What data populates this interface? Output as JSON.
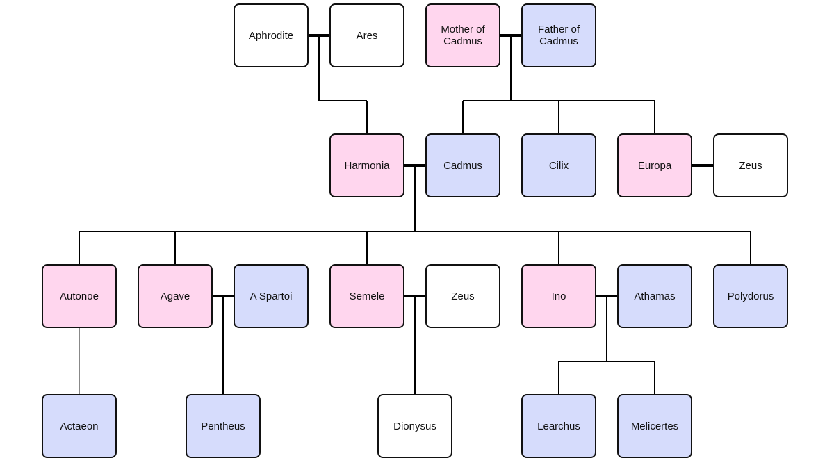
{
  "colors": {
    "female": "#ffd6ee",
    "male": "#d6dcfc",
    "other": "#ffffff",
    "line": "#000000",
    "thin_line": "#888888"
  },
  "people": [
    {
      "id": "aphrodite",
      "label": "Aphrodite",
      "kind": "other"
    },
    {
      "id": "ares",
      "label": "Ares",
      "kind": "other"
    },
    {
      "id": "mother-of-cadmus",
      "label": "Mother of\nCadmus",
      "kind": "female"
    },
    {
      "id": "father-of-cadmus",
      "label": "Father of\nCadmus",
      "kind": "male"
    },
    {
      "id": "harmonia",
      "label": "Harmonia",
      "kind": "female"
    },
    {
      "id": "cadmus",
      "label": "Cadmus",
      "kind": "male"
    },
    {
      "id": "cilix",
      "label": "Cilix",
      "kind": "male"
    },
    {
      "id": "europa",
      "label": "Europa",
      "kind": "female"
    },
    {
      "id": "zeus-1",
      "label": "Zeus",
      "kind": "other"
    },
    {
      "id": "autonoe",
      "label": "Autonoe",
      "kind": "female"
    },
    {
      "id": "agave",
      "label": "Agave",
      "kind": "female"
    },
    {
      "id": "a-spartoi",
      "label": "A Spartoi",
      "kind": "male"
    },
    {
      "id": "semele",
      "label": "Semele",
      "kind": "female"
    },
    {
      "id": "zeus-2",
      "label": "Zeus",
      "kind": "other"
    },
    {
      "id": "ino",
      "label": "Ino",
      "kind": "female"
    },
    {
      "id": "athamas",
      "label": "Athamas",
      "kind": "male"
    },
    {
      "id": "polydorus",
      "label": "Polydorus",
      "kind": "male"
    },
    {
      "id": "actaeon",
      "label": "Actaeon",
      "kind": "male"
    },
    {
      "id": "pentheus",
      "label": "Pentheus",
      "kind": "male"
    },
    {
      "id": "dionysus",
      "label": "Dionysus",
      "kind": "other"
    },
    {
      "id": "learchus",
      "label": "Learchus",
      "kind": "male"
    },
    {
      "id": "melicertes",
      "label": "Melicertes",
      "kind": "male"
    }
  ],
  "unions": [
    {
      "partners": [
        "aphrodite",
        "ares"
      ],
      "children": [
        "harmonia"
      ]
    },
    {
      "partners": [
        "mother-of-cadmus",
        "father-of-cadmus"
      ],
      "children": [
        "cadmus",
        "cilix",
        "europa"
      ]
    },
    {
      "partners": [
        "europa",
        "zeus-1"
      ],
      "children": []
    },
    {
      "partners": [
        "harmonia",
        "cadmus"
      ],
      "children": [
        "autonoe",
        "agave",
        "semele",
        "ino",
        "polydorus"
      ]
    },
    {
      "partners": [
        "agave",
        "a-spartoi"
      ],
      "children": [
        "pentheus"
      ],
      "style": "thin"
    },
    {
      "partners": [
        "semele",
        "zeus-2"
      ],
      "children": [
        "dionysus"
      ]
    },
    {
      "partners": [
        "ino",
        "athamas"
      ],
      "children": [
        "learchus",
        "melicertes"
      ]
    }
  ],
  "single_parent_links": [
    {
      "parent": "autonoe",
      "child": "actaeon"
    }
  ]
}
